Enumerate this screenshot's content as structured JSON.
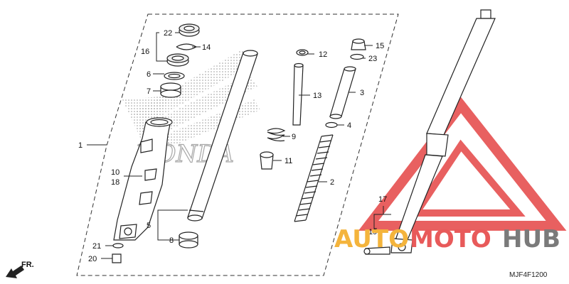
{
  "labels": {
    "l1": "1",
    "l2": "2",
    "l3": "3",
    "l4": "4",
    "l5": "5",
    "l6": "6",
    "l7": "7",
    "l8": "8",
    "l9": "9",
    "l10": "10",
    "l11": "11",
    "l12": "12",
    "l13": "13",
    "l14": "14",
    "l15": "15",
    "l16": "16",
    "l17": "17",
    "l18": "18",
    "l19": "19",
    "l20": "20",
    "l21": "21",
    "l22": "22",
    "l23": "23"
  },
  "front_arrow": "FR.",
  "watermark_brand": "HONDA",
  "watermark_a": "AUTO",
  "watermark_b": "MOTO",
  "watermark_c": "HUB",
  "diagram_code": "MJF4F1200",
  "colors": {
    "line": "#222222",
    "watermark_orange": "#f4b43c",
    "watermark_red": "#e85a5a",
    "watermark_gray": "#7a7a7a",
    "triangle_red": "#e86060"
  }
}
